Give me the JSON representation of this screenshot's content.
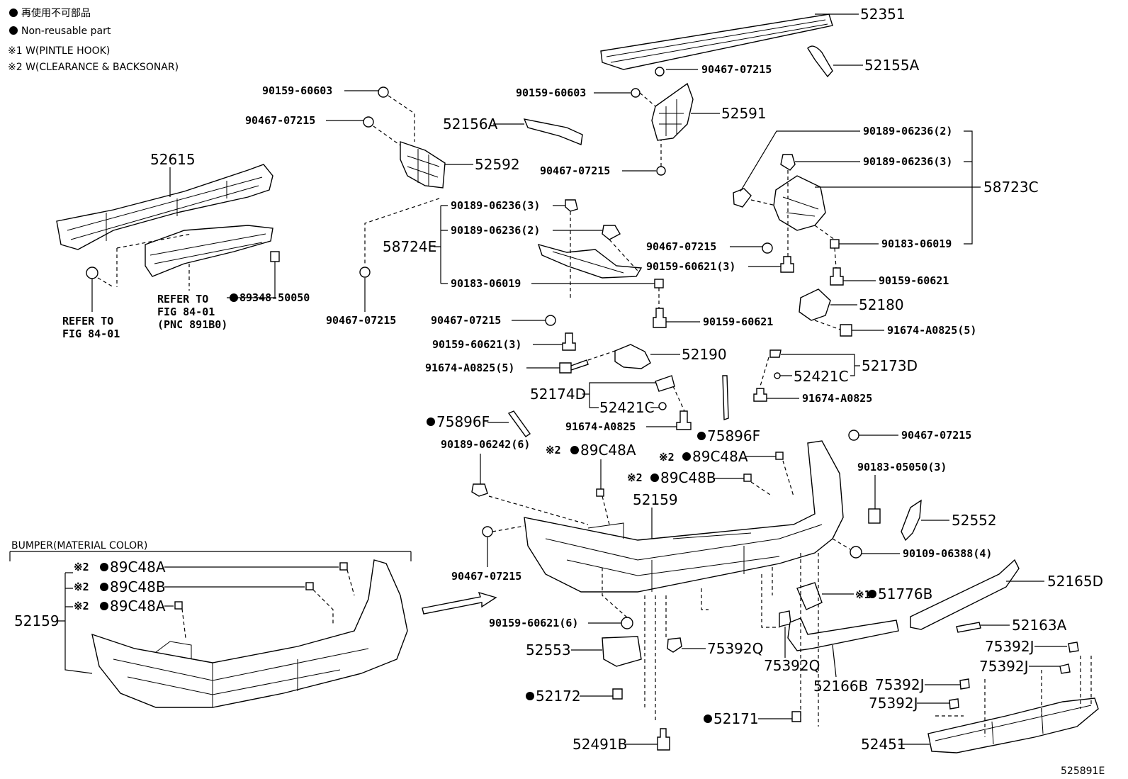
{
  "legend": {
    "line1": "再使用不可部品",
    "line2": "Non-reusable part",
    "line3": "※1 W(PINTLE HOOK)",
    "line4": "※2 W(CLEARANCE & BACKSONAR)"
  },
  "group_title": "BUMPER(MATERIAL COLOR)",
  "diagram_code": "525891E",
  "refs": {
    "ref_a_line1": "REFER TO",
    "ref_a_line2": "FIG 84-01",
    "ref_b_line1": "REFER TO",
    "ref_b_line2": "FIG 84-01",
    "ref_b_line3": "(PNC 891B0)"
  },
  "labels": {
    "p52351": "52351",
    "p90467_07215_a": "90467-07215",
    "p52155A": "52155A",
    "p90159_60603_a": "90159-60603",
    "p90159_60603_b": "90159-60603",
    "p52591": "52591",
    "p90467_07215_b": "90467-07215",
    "p52156A": "52156A",
    "p52592": "52592",
    "p90467_07215_c": "90467-07215",
    "p52615": "52615",
    "p90189_06236_2a": "90189-06236(2)",
    "p90189_06236_3a": "90189-06236(3)",
    "p58723C": "58723C",
    "p90189_06236_3b": "90189-06236(3)",
    "p90189_06236_2b": "90189-06236(2)",
    "p58724E": "58724E",
    "p90467_07215_d": "90467-07215",
    "p90159_60621_3a": "90159-60621(3)",
    "p90183_06019_a": "90183-06019",
    "p90159_60621_a": "90159-60621",
    "p89348_50050": "89348-50050",
    "p90467_07215_e": "90467-07215",
    "p90183_06019_b": "90183-06019",
    "p52180": "52180",
    "p90467_07215_f": "90467-07215",
    "p90159_60621_b": "90159-60621",
    "p91674_A0825_5a": "91674-A0825(5)",
    "p90159_60621_3b": "90159-60621(3)",
    "p52190": "52190",
    "p52173D": "52173D",
    "p52421C_a": "52421C",
    "p91674_A0825_5b": "91674-A0825(5)",
    "p52174D": "52174D",
    "p52421C_b": "52421C",
    "p91674_A0825_a": "91674-A0825",
    "p91674_A0825_b": "91674-A0825",
    "p75896F_a": "75896F",
    "p75896F_b": "75896F",
    "p90467_07215_g": "90467-07215",
    "p90189_06242_6": "90189-06242(6)",
    "p89C48A_a": "89C48A",
    "p89C48A_b": "89C48A",
    "p90183_05050_3": "90183-05050(3)",
    "p89C48B_a": "89C48B",
    "p52159_a": "52159",
    "p52552": "52552",
    "p90109_06388_4": "90109-06388(4)",
    "p89C48A_c": "89C48A",
    "p89C48B_b": "89C48B",
    "p89C48A_d": "89C48A",
    "p52159_b": "52159",
    "p90467_07215_h": "90467-07215",
    "p52165D": "52165D",
    "p51776B": "51776B",
    "p90159_60621_6": "90159-60621(6)",
    "p52163A": "52163A",
    "p52553": "52553",
    "p75392Q_a": "75392Q",
    "p75392Q_b": "75392Q",
    "p52166B": "52166B",
    "p75392J_a": "75392J",
    "p75392J_b": "75392J",
    "p75392J_c": "75392J",
    "p75392J_d": "75392J",
    "p52172": "52172",
    "p52171": "52171",
    "p52491B": "52491B",
    "p52451": "52451"
  },
  "marks": {
    "ref1": "※1",
    "ref2": "※2",
    "nonreusable": "●"
  }
}
